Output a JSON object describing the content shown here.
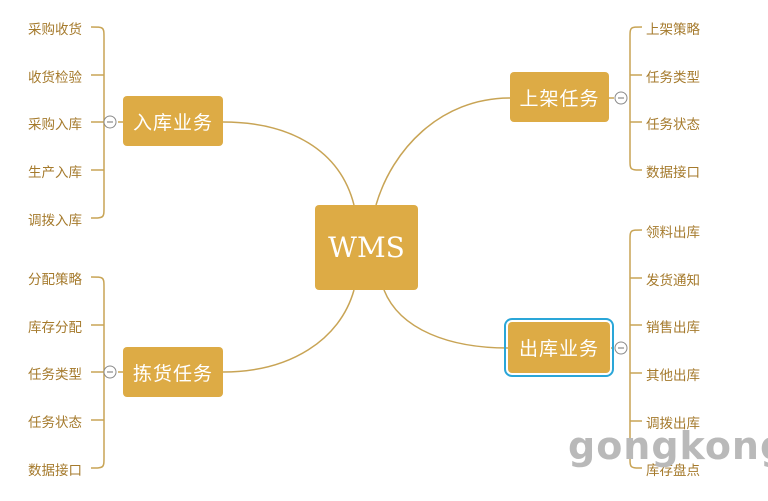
{
  "root": {
    "label": "WMS"
  },
  "branches": {
    "inbound": {
      "label": "入库业务",
      "items": [
        "采购收货",
        "收货检验",
        "采购入库",
        "生产入库",
        "调拨入库"
      ]
    },
    "picking": {
      "label": "拣货任务",
      "items": [
        "分配策略",
        "库存分配",
        "任务类型",
        "任务状态",
        "数据接口"
      ]
    },
    "putaway": {
      "label": "上架任务",
      "items": [
        "上架策略",
        "任务类型",
        "任务状态",
        "数据接口"
      ]
    },
    "outbound": {
      "label": "出库业务",
      "items": [
        "领料出库",
        "发货通知",
        "销售出库",
        "其他出库",
        "调拨出库",
        "库存盘点"
      ]
    }
  },
  "watermark": "gongkong",
  "colors": {
    "node_fill": "#ddab45",
    "connector": "#c8a455",
    "leaf_text": "#a57a2c",
    "selection": "#2aa6d8"
  },
  "icons": {
    "collapse": "minus-circle-icon"
  }
}
